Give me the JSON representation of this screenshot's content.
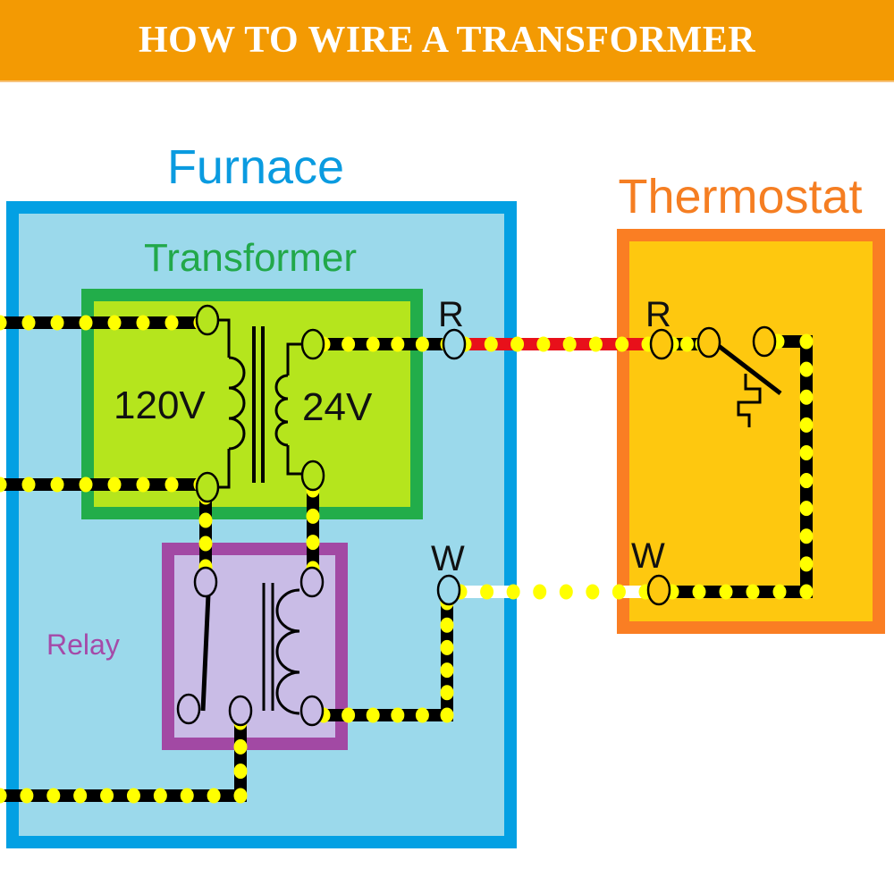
{
  "header": {
    "title": "HOW TO WIRE A TRANSFORMER",
    "background": "#f39a03"
  },
  "furnace": {
    "label": "Furnace",
    "border_color": "#03a0e3",
    "fill_color": "#9bd9eb"
  },
  "transformer": {
    "label": "Transformer",
    "primary_label": "120V",
    "secondary_label": "24V",
    "border_color": "#22ad4a",
    "fill_color": "#b5e51d"
  },
  "relay": {
    "label": "Relay",
    "border_color": "#a249a4",
    "fill_color": "#c9bce6"
  },
  "furnace_terminals": {
    "r": "R",
    "w": "W"
  },
  "thermostat": {
    "label": "Thermostat",
    "border_color": "#fa7e23",
    "fill_color": "#fec80f",
    "terminal_r": "R",
    "terminal_w": "W"
  },
  "wire_colors": {
    "wire": "#000000",
    "dots": "#ffff00",
    "r_wire": "#e8101a",
    "w_wire": "#ffffff"
  }
}
